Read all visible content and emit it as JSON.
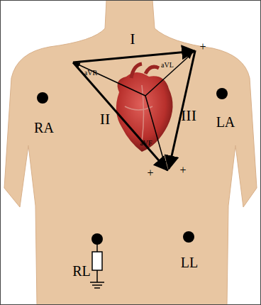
{
  "diagram": {
    "labels": [
      "I",
      "+",
      "aVR",
      "aVL",
      "II",
      "III",
      "aVF",
      "RA",
      "LA",
      "+",
      "+",
      "RL",
      "LL"
    ]
  }
}
